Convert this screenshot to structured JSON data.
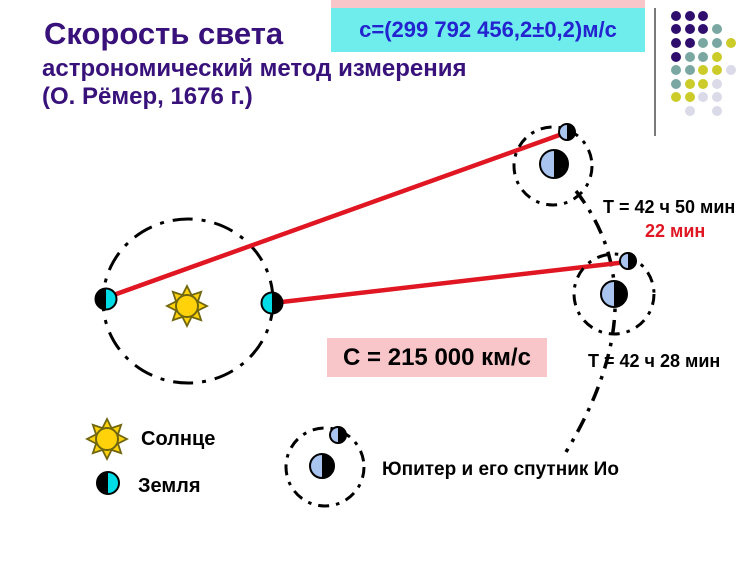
{
  "slide": {
    "title": "Скорость света",
    "subtitle_line1": "астрономический метод измерения",
    "subtitle_line2": "(О. Рёмер, 1676 г.)",
    "formula": "с=(299 792 456,2±0,2)м/с",
    "result": "С = 215 000 км/с"
  },
  "labels": {
    "period_far": "Т = 42 ч 50 мин",
    "delay": "22 мин",
    "period_near": "Т = 42 ч 28 мин",
    "jupiter_caption": "Юпитер и его спутник Ио"
  },
  "legend": {
    "sun": "Солнце",
    "earth": "Земля"
  },
  "icons": {
    "sun": "sun-icon",
    "earth": "earth-icon",
    "jupiter": "jupiter-icon",
    "io": "io-moon-icon"
  },
  "colors": {
    "title_purple": "#38127A",
    "formula_blue": "#2323CF",
    "formula_bg": "#6FEDED",
    "pink": "#F8C5C9",
    "red": "#E01622",
    "earth_cyan": "#00DCE6",
    "jupiter_blue": "#A9C5EF",
    "sun_yellow": "#FFD20A",
    "sun_outline": "#6F660F",
    "separator": "#7A7A7A"
  },
  "decor_dots": {
    "colors": {
      "purple": "#2F0E6E",
      "teal": "#7AA7A1",
      "yellow": "#CBCB29",
      "lavender": "#DADAE8"
    },
    "grid": [
      [
        "purple",
        "purple",
        "purple",
        null,
        null
      ],
      [
        "purple",
        "purple",
        "purple",
        "teal",
        null
      ],
      [
        "purple",
        "purple",
        "teal",
        "teal",
        "yellow"
      ],
      [
        "purple",
        "teal",
        "teal",
        "yellow",
        null
      ],
      [
        "teal",
        "teal",
        "yellow",
        "yellow",
        "lavender"
      ],
      [
        "teal",
        "yellow",
        "yellow",
        "lavender",
        null
      ],
      [
        "yellow",
        "yellow",
        "lavender",
        "lavender",
        null
      ],
      [
        null,
        "lavender",
        null,
        "lavender",
        null
      ]
    ]
  }
}
